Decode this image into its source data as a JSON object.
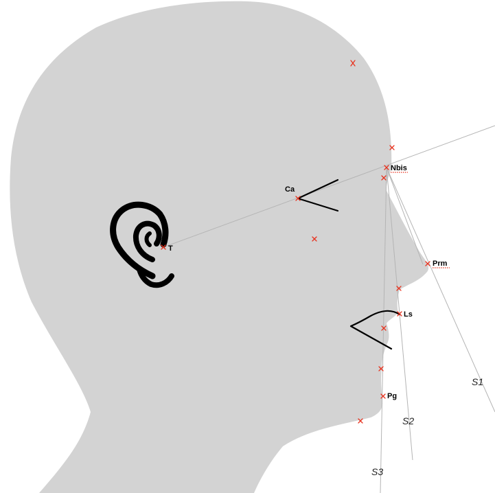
{
  "landmark_labels": {
    "ca": "Ca",
    "t": "T",
    "nbis": "Nbis",
    "prm": "Prm",
    "ls": "Ls",
    "pg": "Pg"
  },
  "line_labels": {
    "s1": "S1",
    "s2": "S2",
    "s3": "S3"
  },
  "colors": {
    "head": "#d3d3d3",
    "marker": "#e8321e",
    "reference_line": "#b4b4b4",
    "outline": "#000000"
  },
  "icons": {
    "ear": "ear-icon",
    "marker": "x-mark"
  }
}
